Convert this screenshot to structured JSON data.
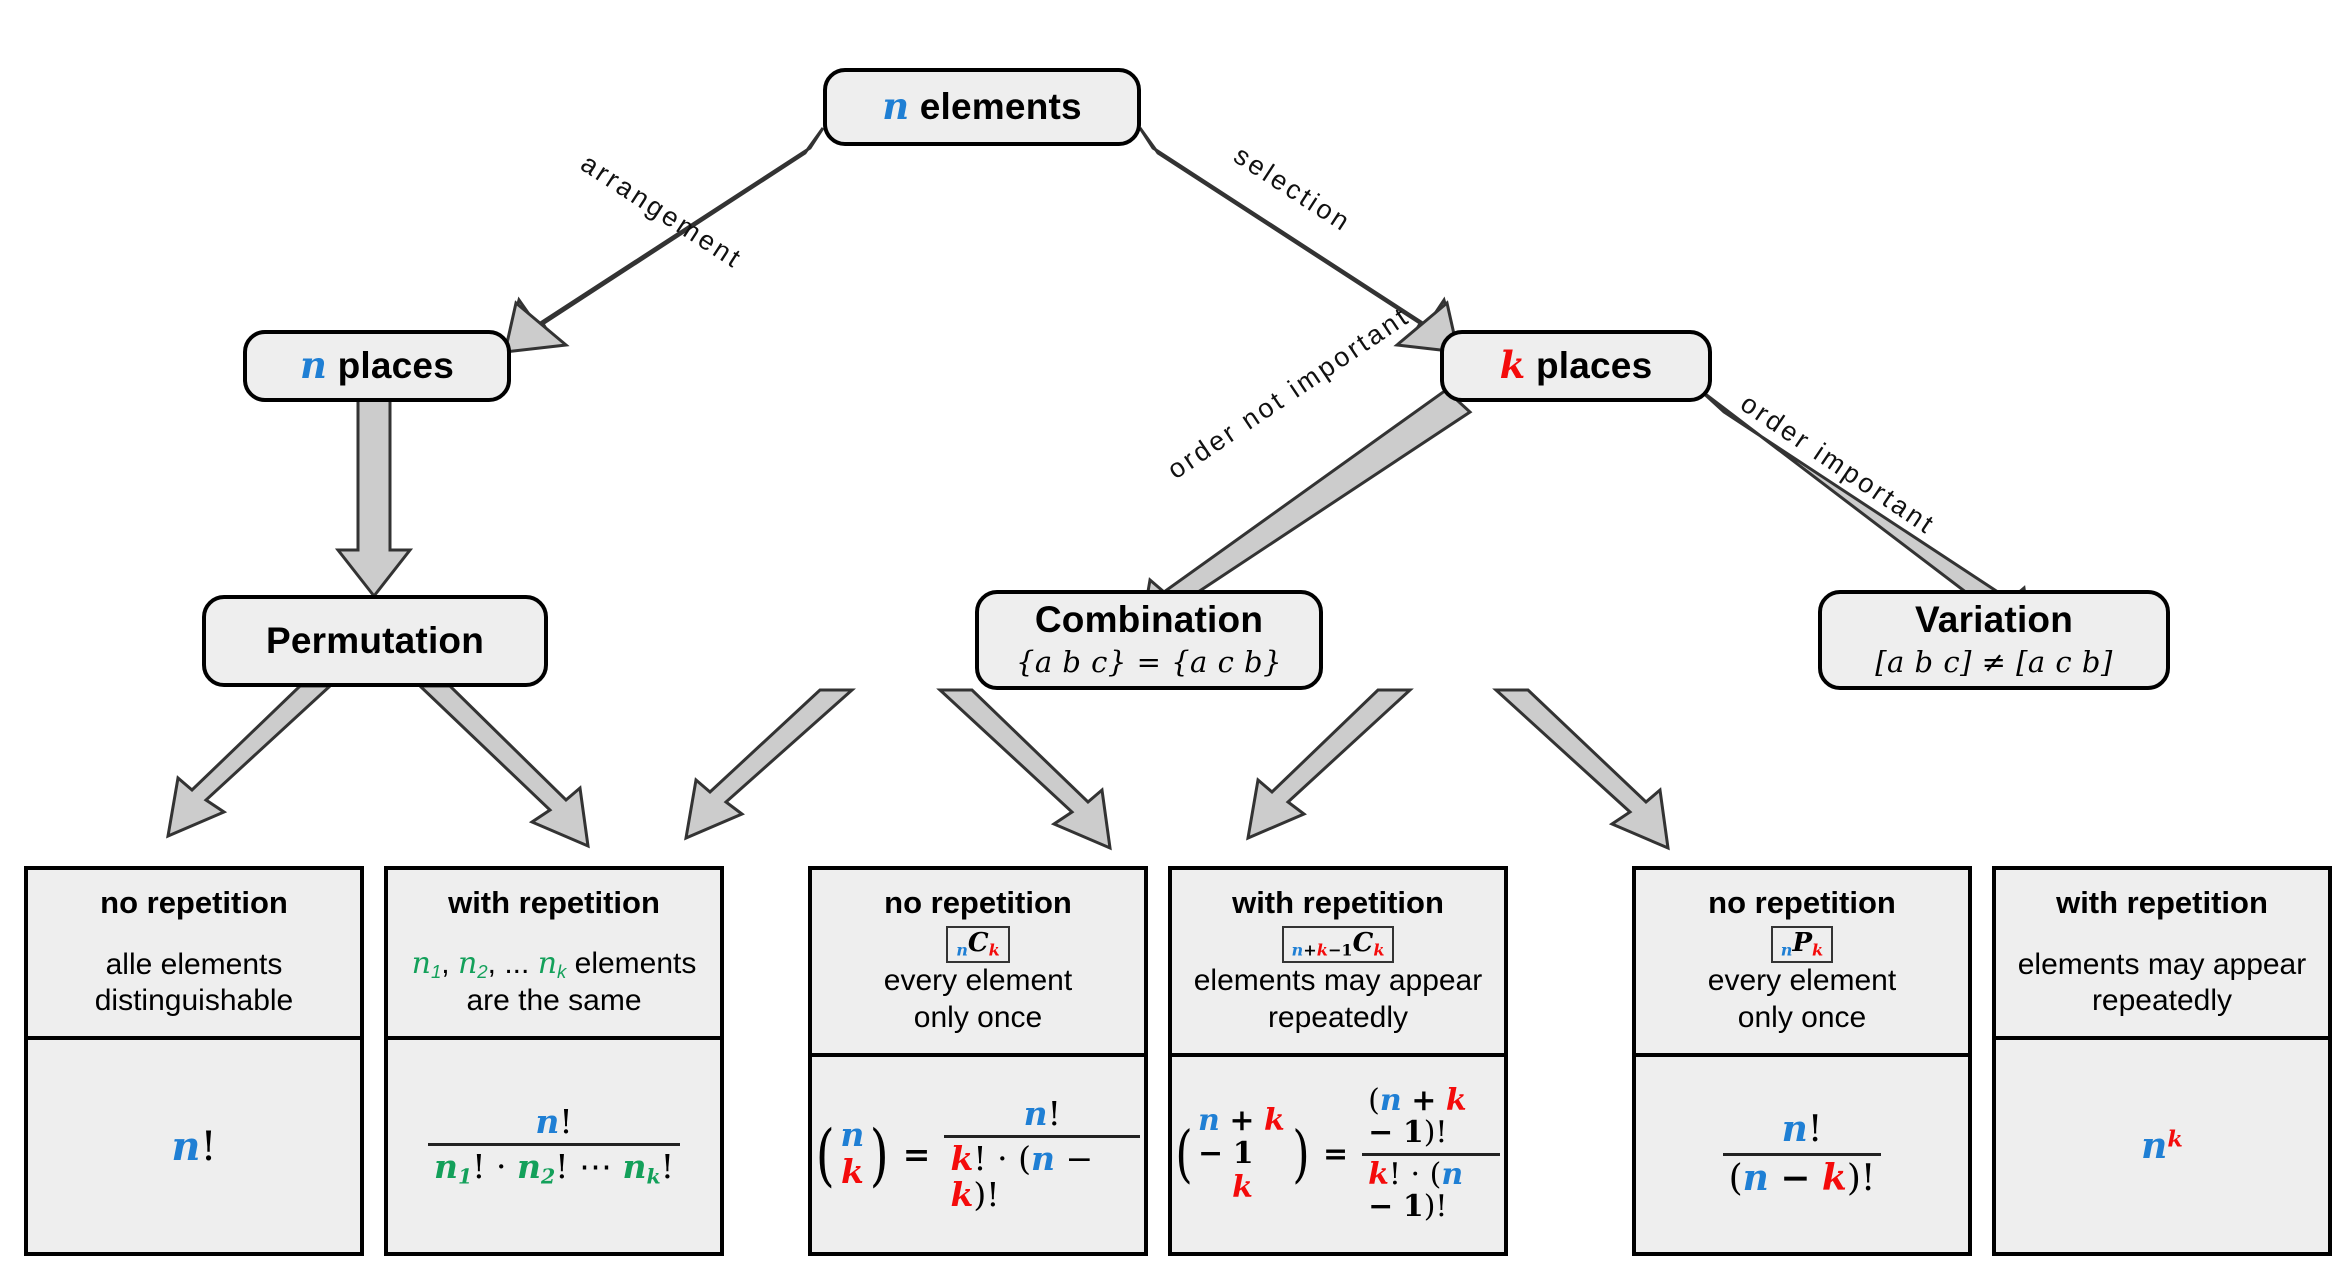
{
  "diagram": {
    "title": "Combinatorics classification tree",
    "colors": {
      "blue_n": "#1f7fd4",
      "red_k": "#f40b0b",
      "green_n_sub": "#13a05a",
      "node_fill": "#eeeeee",
      "node_border": "#000000",
      "arrow_fill": "#cccccc",
      "arrow_stroke": "#333333",
      "background": "#ffffff"
    }
  },
  "nodes": {
    "root": {
      "symbol": "n",
      "title_rest": " elements",
      "full": "n elements"
    },
    "level2": [
      {
        "symbol": "n",
        "title_rest": " places",
        "full": "n places",
        "color": "blue"
      },
      {
        "symbol": "k",
        "title_rest": " places",
        "full": "k places",
        "color": "red"
      }
    ],
    "level3": [
      {
        "title": "Permutation",
        "sub": ""
      },
      {
        "title": "Combination",
        "sub": "{a b c} = {a c b}"
      },
      {
        "title": "Variation",
        "sub": "[a b c] ≠ [a c b]"
      }
    ]
  },
  "edges": [
    {
      "label": "arrangement",
      "from": "n elements",
      "to": "n places"
    },
    {
      "label": "selection",
      "from": "n elements",
      "to": "k places"
    },
    {
      "label": "",
      "from": "n places",
      "to": "Permutation"
    },
    {
      "label": "order not important",
      "from": "k places",
      "to": "Combination"
    },
    {
      "label": "order important",
      "from": "k places",
      "to": "Variation"
    }
  ],
  "leaves": [
    {
      "head": "no repetition",
      "badge": "",
      "desc_line1": "alle elements",
      "desc_line2": "distinguishable",
      "formula_text": "n!",
      "parent": "Permutation"
    },
    {
      "head": "with repetition",
      "badge": "",
      "desc_line1": "n1, n2, ... nk elements",
      "desc_line2": "are the same",
      "formula_text": "n! / (n1! · n2! ⋯ nk!)",
      "parent": "Permutation"
    },
    {
      "head": "no repetition",
      "badge": "nCk",
      "desc_line1": "every element",
      "desc_line2": "only once",
      "formula_text": "(n choose k) = n! / (k! · (n − k)!)",
      "parent": "Combination"
    },
    {
      "head": "with repetition",
      "badge": "n+k−1Ck",
      "desc_line1": "elements may appear",
      "desc_line2": "repeatedly",
      "formula_text": "(n + k − 1 choose k) = (n + k − 1)! / (k! · (n − 1)!)",
      "parent": "Combination"
    },
    {
      "head": "no repetition",
      "badge": "nPk",
      "desc_line1": "every element",
      "desc_line2": "only once",
      "formula_text": "n! / (n − k)!",
      "parent": "Variation"
    },
    {
      "head": "with repetition",
      "badge": "",
      "desc_line1": "elements may appear",
      "desc_line2": "repeatedly",
      "formula_text": "n^k",
      "parent": "Variation"
    }
  ],
  "symbols": {
    "n": "n",
    "k": "k",
    "one": "1",
    "C": "C",
    "P": "P",
    "bang": "!",
    "plus": "+",
    "minus": "−",
    "equals": "=",
    "cdot": "·",
    "cdots": "⋯",
    "comma": ",",
    "ellipsis": "...",
    "lparen": "(",
    "rparen": ")",
    "sub1": "1",
    "sub2": "2"
  }
}
